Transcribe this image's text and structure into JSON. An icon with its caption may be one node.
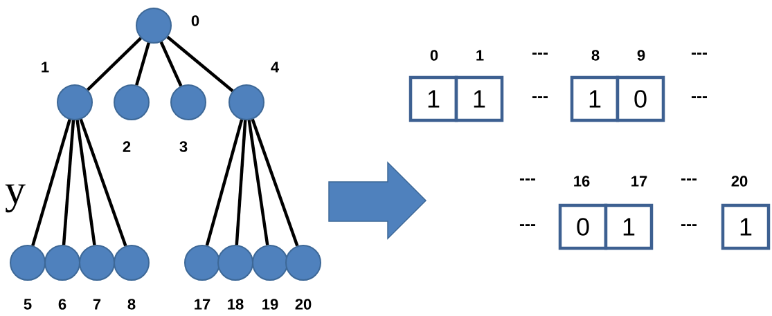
{
  "diagram": {
    "nodes": [
      {
        "text": [],
        "shape": "circle",
        "beside": [
          "0"
        ]
      },
      {
        "text": [],
        "shape": "circle",
        "beside": [
          "1"
        ]
      },
      {
        "text": [],
        "shape": "circle",
        "beside": [
          "2"
        ]
      },
      {
        "text": [],
        "shape": "circle",
        "beside": [
          "3"
        ]
      },
      {
        "text": [],
        "shape": "circle",
        "beside": [
          "4"
        ]
      },
      {
        "text": [],
        "shape": "circle",
        "beside": [
          "5"
        ]
      },
      {
        "text": [],
        "shape": "circle",
        "beside": [
          "6"
        ]
      },
      {
        "text": [],
        "shape": "circle",
        "beside": [
          "7"
        ]
      },
      {
        "text": [],
        "shape": "circle",
        "beside": [
          "8"
        ]
      },
      {
        "text": [],
        "shape": "circle",
        "beside": [
          "17"
        ]
      },
      {
        "text": [],
        "shape": "circle",
        "beside": [
          "18"
        ]
      },
      {
        "text": [],
        "shape": "circle",
        "beside": [
          "19"
        ]
      },
      {
        "text": [],
        "shape": "circle",
        "beside": [
          "20"
        ]
      },
      {
        "text": [
          "1"
        ],
        "beside": [
          "0"
        ]
      },
      {
        "text": [
          "1"
        ],
        "beside": [
          "1"
        ]
      },
      {
        "text": [
          "1"
        ],
        "beside": [
          "8"
        ]
      },
      {
        "text": [
          "0"
        ],
        "beside": [
          "9"
        ]
      },
      {
        "text": [
          "0"
        ],
        "beside": [
          "16"
        ]
      },
      {
        "text": [
          "1"
        ],
        "beside": [
          "17"
        ]
      },
      {
        "text": [
          "1"
        ],
        "beside": [
          "20"
        ]
      }
    ],
    "edges": [
      {
        "from": 0,
        "to": 1,
        "arrow": "none"
      },
      {
        "from": 0,
        "to": 2,
        "arrow": "none"
      },
      {
        "from": 0,
        "to": 3,
        "arrow": "none"
      },
      {
        "from": 0,
        "to": 4,
        "arrow": "none"
      },
      {
        "from": 1,
        "to": 5,
        "arrow": "none"
      },
      {
        "from": 1,
        "to": 6,
        "arrow": "none"
      },
      {
        "from": 1,
        "to": 7,
        "arrow": "none"
      },
      {
        "from": 1,
        "to": 8,
        "arrow": "none"
      },
      {
        "from": 4,
        "to": 9,
        "arrow": "none"
      },
      {
        "from": 4,
        "to": 10,
        "arrow": "none"
      },
      {
        "from": 4,
        "to": 11,
        "arrow": "none"
      },
      {
        "from": 4,
        "to": 12,
        "arrow": "none"
      }
    ],
    "labels": [
      "y",
      "---",
      "---",
      "---",
      "---",
      "---",
      "---",
      "---",
      "---"
    ]
  }
}
